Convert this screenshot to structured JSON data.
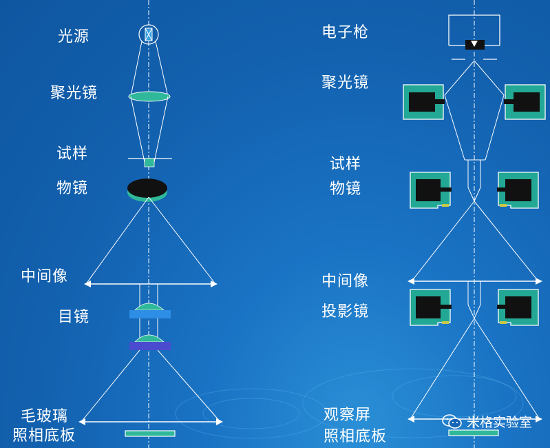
{
  "left_labels": {
    "light_source": "光源",
    "condenser": "聚光镜",
    "specimen": "试样",
    "objective": "物镜",
    "intermediate_image": "中间像",
    "eyepiece": "目镜",
    "ground_glass": "毛玻璃",
    "photo_plate": "照相底板"
  },
  "right_labels": {
    "electron_gun": "电子枪",
    "condenser": "聚光镜",
    "specimen": "试样",
    "objective": "物镜",
    "intermediate_image": "中间像",
    "projector": "投影镜",
    "screen": "观察屏",
    "photo_plate": "照相底板"
  },
  "watermark": "米格实验室",
  "colors": {
    "background": "#1565b5",
    "lens_teal": "#2fb89a",
    "lens_blue": "#2e8ee6",
    "lens_violet": "#4b4bd0",
    "coil_teal": "#22a894",
    "coil_black": "#111111",
    "ray_white": "#ffffff"
  }
}
